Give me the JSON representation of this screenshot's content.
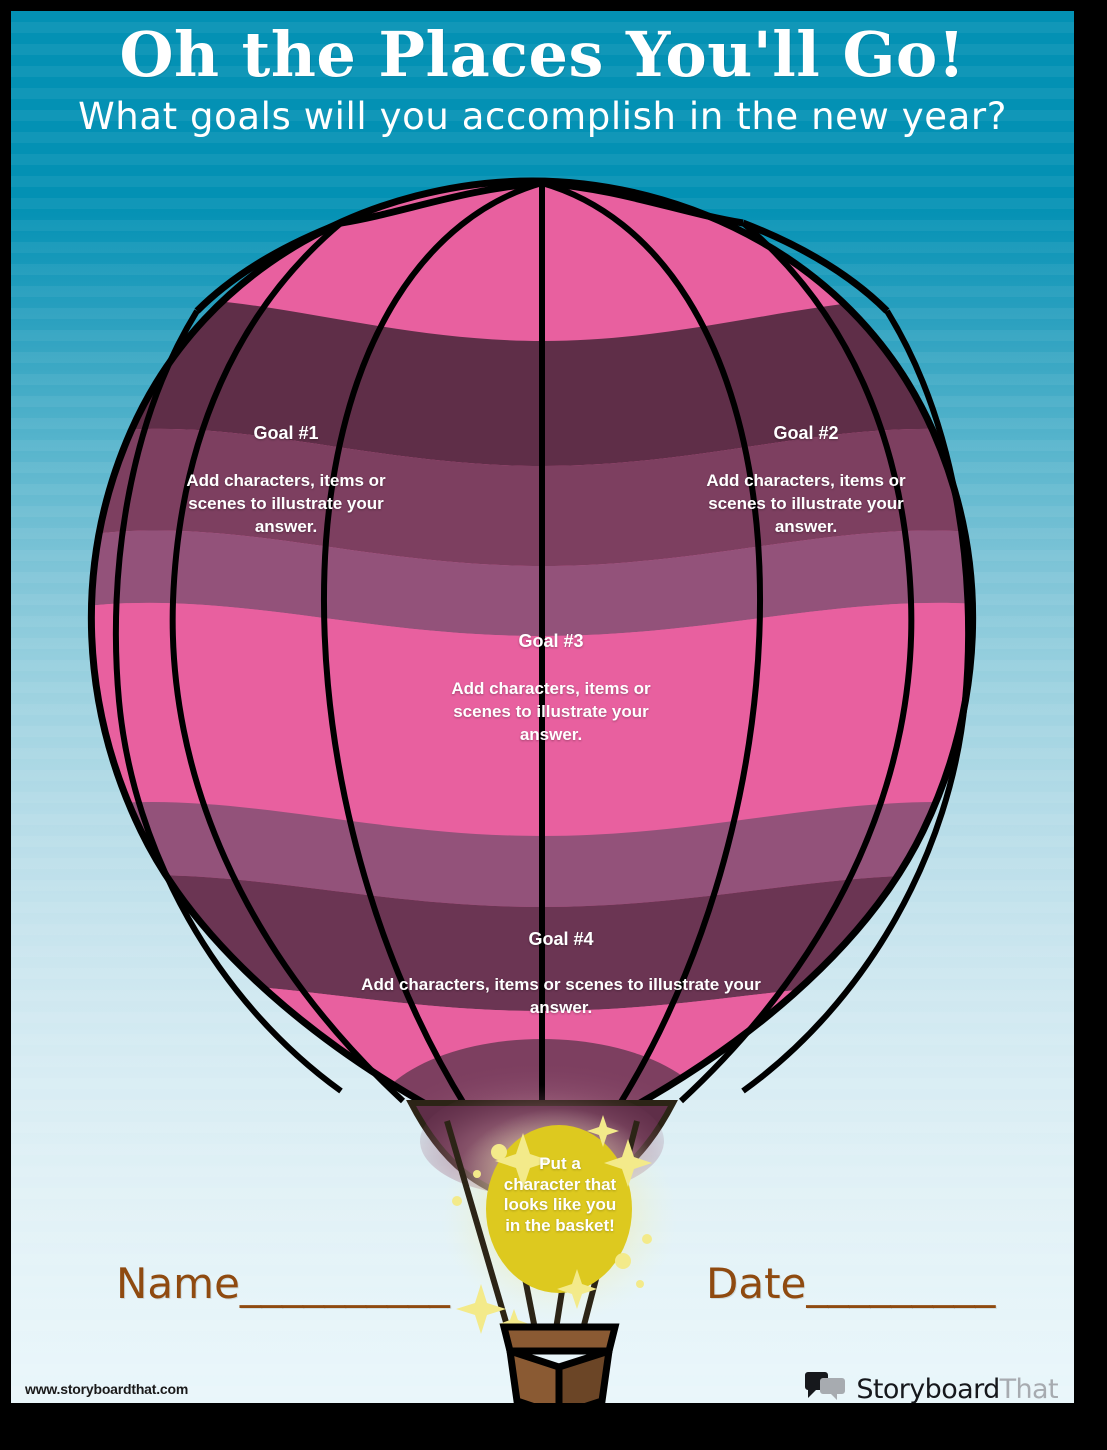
{
  "poster": {
    "title": "Oh the Places You'll Go!",
    "subtitle": "What goals will you accomplish in the new year?",
    "frame_color": "#000000",
    "sky_top_color": "#0391b4",
    "sky_bottom_color": "#e9f6fa"
  },
  "goals": [
    {
      "id": "goal-1",
      "heading": "Goal #1",
      "body": "Add characters, items or scenes to illustrate your answer."
    },
    {
      "id": "goal-2",
      "heading": "Goal #2",
      "body": "Add characters, items or scenes to illustrate your answer."
    },
    {
      "id": "goal-3",
      "heading": "Goal #3",
      "body": "Add characters, items or scenes to illustrate your answer."
    },
    {
      "id": "goal-4",
      "heading": "Goal #4",
      "body": "Add characters, items or scenes to illustrate your answer."
    }
  ],
  "burner_bubble": {
    "text": "Put a character that looks like you in the basket!",
    "fill_color": "#ddc91f",
    "glow_color": "#f5f0a8"
  },
  "balloon": {
    "pink_light": "#ea6aa8",
    "pink_mid": "#e8609f",
    "purple_mid": "#8e4a72",
    "purple_dark": "#5f2e48",
    "purple_band": "#7d3f60",
    "outline_color": "#000000",
    "basket_color": "#8a5a33",
    "basket_shadow": "#6b4526"
  },
  "fields": {
    "name_label": "Name__________",
    "date_label": "Date_________",
    "ink_color": "#8f4a10"
  },
  "footer": {
    "url": "www.storyboardthat.com",
    "logo_primary": "Storyboard",
    "logo_secondary": "That"
  }
}
